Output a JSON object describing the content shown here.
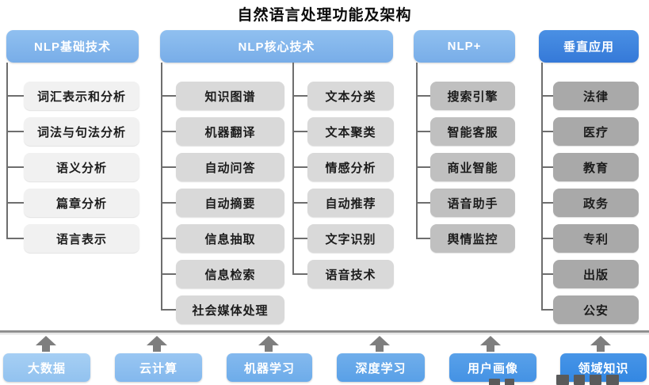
{
  "title": "自然语言处理功能及架构",
  "diagram": {
    "columns": [
      {
        "header": "NLP基础技术",
        "items": [
          "词汇表示和分析",
          "词法与句法分析",
          "语义分析",
          "篇章分析",
          "语言表示"
        ]
      },
      {
        "header": "NLP核心技术",
        "items_left": [
          "知识图谱",
          "机器翻译",
          "自动问答",
          "自动摘要",
          "信息抽取",
          "信息检索",
          "社会媒体处理"
        ],
        "items_right": [
          "文本分类",
          "文本聚类",
          "情感分析",
          "自动推荐",
          "文字识别",
          "语音技术"
        ]
      },
      {
        "header": "NLP+",
        "items": [
          "搜索引擎",
          "智能客服",
          "商业智能",
          "语音助手",
          "舆情监控"
        ]
      },
      {
        "header": "垂直应用",
        "items": [
          "法律",
          "医疗",
          "教育",
          "政务",
          "专利",
          "出版",
          "公安"
        ]
      }
    ],
    "foundation": [
      "大数据",
      "云计算",
      "机器学习",
      "深度学习",
      "用户画像",
      "领域知识"
    ]
  },
  "colors": {
    "header_light_blue": "#84b6ea",
    "header_dark_blue": "#3e85dd",
    "node_gray_level1": "#f1f1f1",
    "node_gray_level2": "#d9d9d9",
    "node_gray_level3": "#c0c0c0",
    "node_gray_level4": "#a9a9a9",
    "connector_gray": "#6e6e6e",
    "arrow_gray": "#7e7e7e",
    "foundation_blues": [
      "#9bc9f2",
      "#8ec1f0",
      "#77b3ec",
      "#63a9ea",
      "#4d9be7",
      "#3b90e5"
    ]
  }
}
